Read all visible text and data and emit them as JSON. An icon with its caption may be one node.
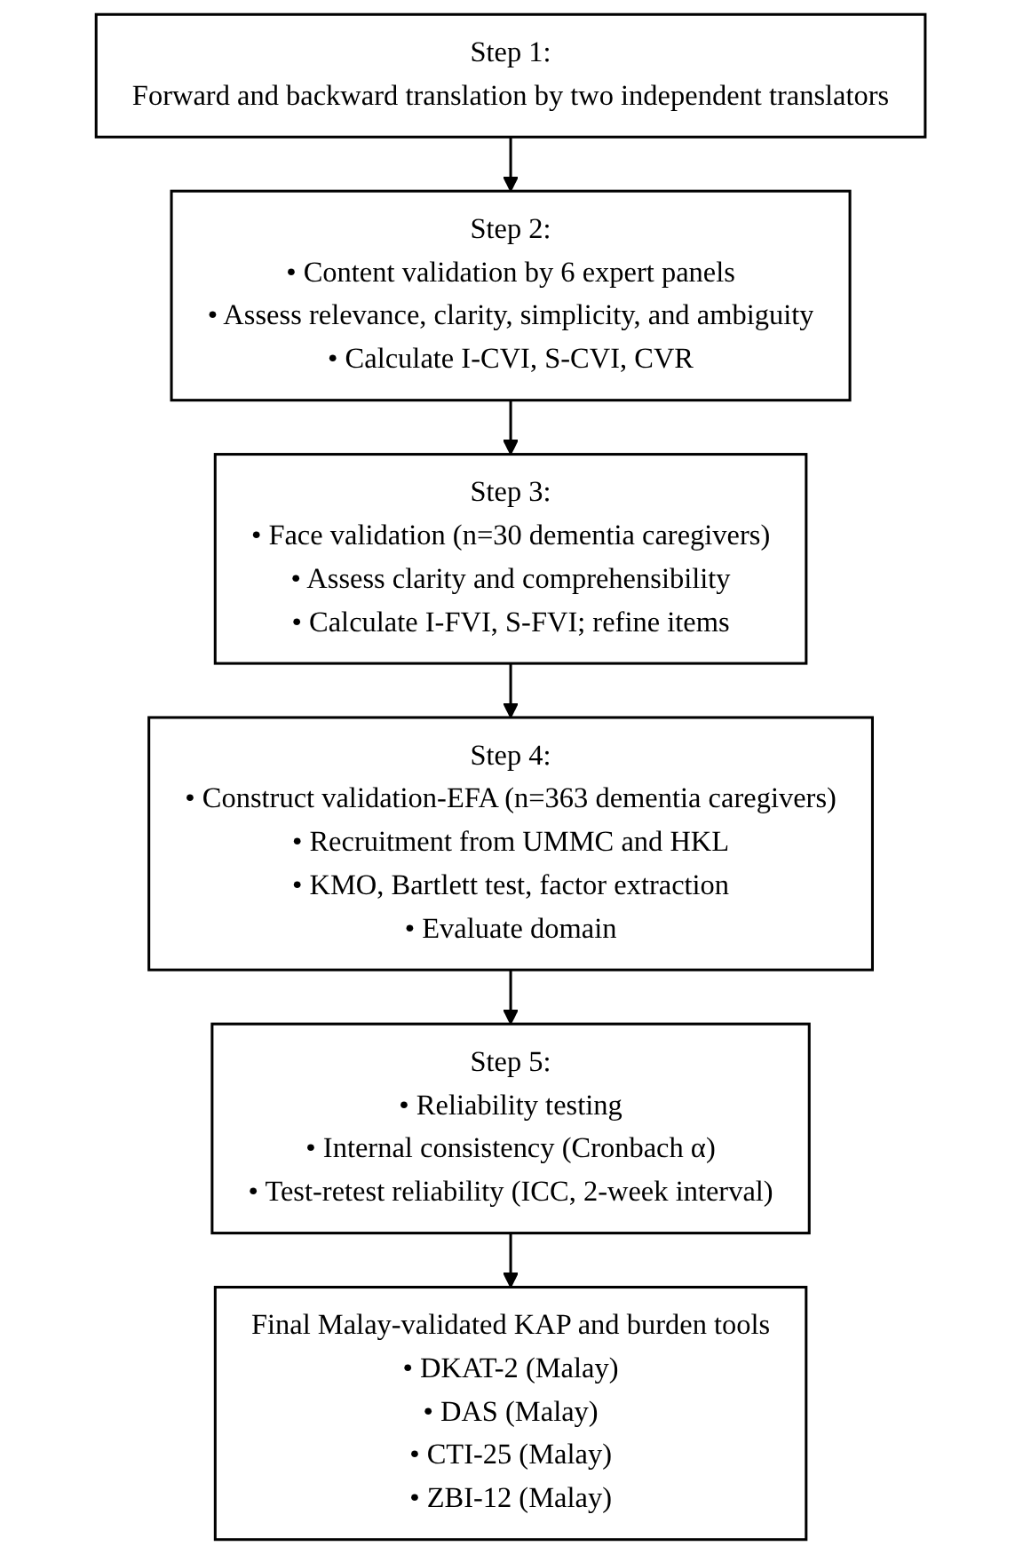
{
  "diagram": {
    "nodes": [
      {
        "text": [
          "Step 1:",
          "Forward and backward translation by two independent translators"
        ]
      },
      {
        "text": [
          "Step 2:",
          "• Content validation by 6 expert panels",
          "• Assess relevance, clarity, simplicity, and ambiguity",
          "• Calculate I-CVI, S-CVI, CVR"
        ]
      },
      {
        "text": [
          "Step 3:",
          "• Face validation (n=30 dementia caregivers)",
          "• Assess clarity and comprehensibility",
          "• Calculate I-FVI, S-FVI; refine items"
        ]
      },
      {
        "text": [
          "Step 4:",
          "• Construct validation-EFA (n=363 dementia caregivers)",
          "• Recruitment from UMMC and HKL",
          "• KMO, Bartlett test, factor extraction",
          "• Evaluate domain"
        ]
      },
      {
        "text": [
          "Step 5:",
          "• Reliability testing",
          "• Internal consistency (Cronbach α)",
          "• Test-retest reliability (ICC, 2-week interval)"
        ]
      },
      {
        "text": [
          "Final Malay-validated KAP and burden tools",
          "• DKAT-2 (Malay)",
          "• DAS (Malay)",
          "• CTI-25 (Malay)",
          "• ZBI-12 (Malay)"
        ]
      }
    ],
    "edges": [
      {
        "from": 0,
        "to": 1,
        "arrow": "to"
      },
      {
        "from": 1,
        "to": 2,
        "arrow": "to"
      },
      {
        "from": 2,
        "to": 3,
        "arrow": "to"
      },
      {
        "from": 3,
        "to": 4,
        "arrow": "to"
      },
      {
        "from": 4,
        "to": 5,
        "arrow": "to"
      }
    ]
  }
}
